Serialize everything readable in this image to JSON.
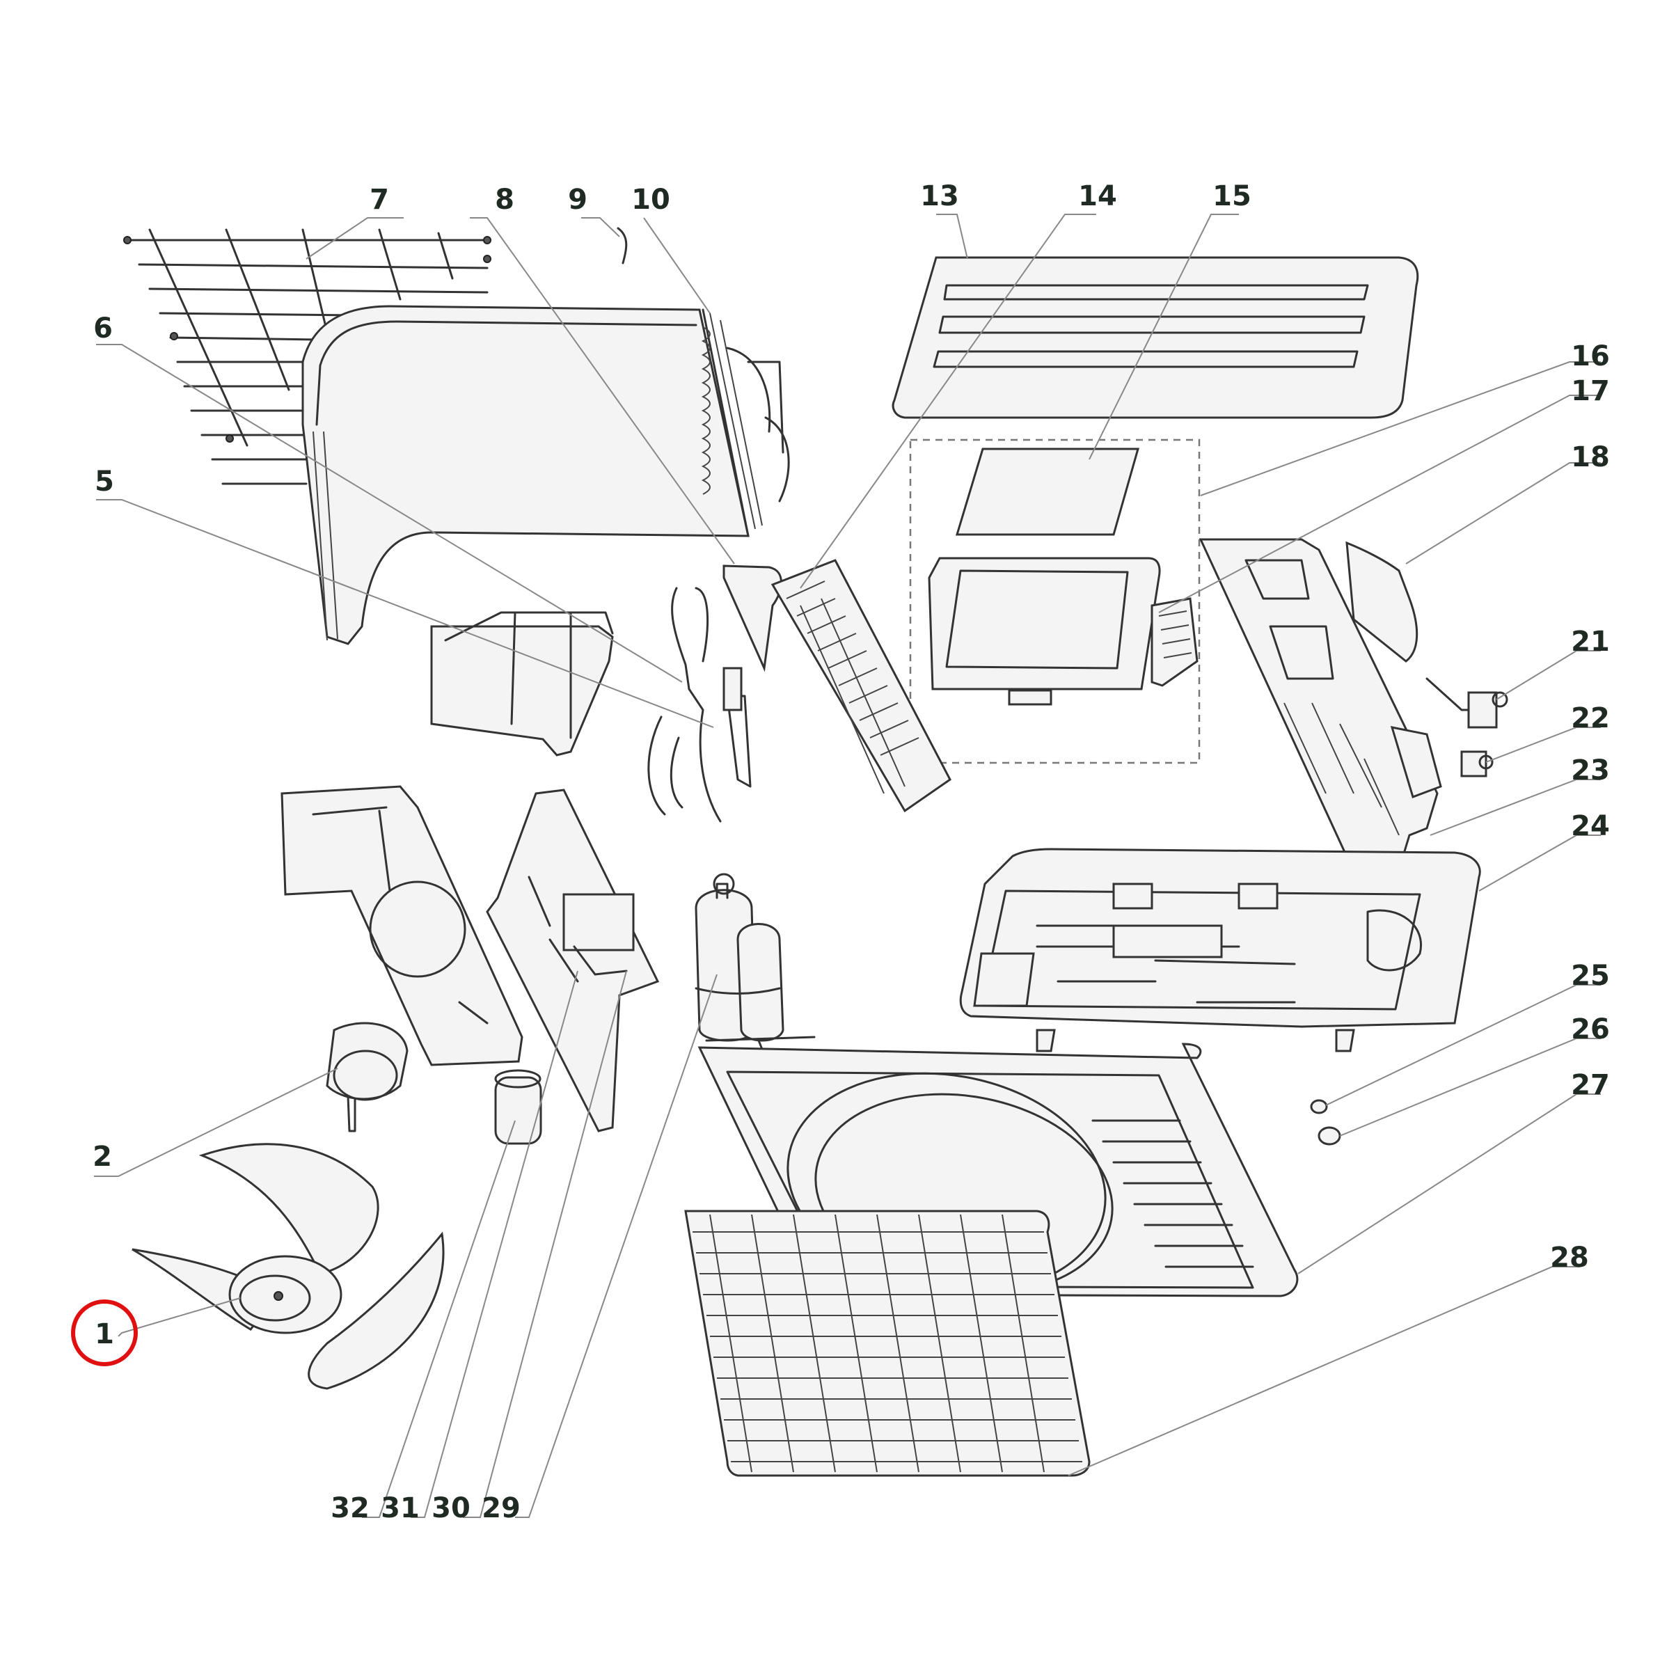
{
  "callouts": [
    {
      "id": "c1",
      "label": "1",
      "highlighted": true
    },
    {
      "id": "c2",
      "label": "2"
    },
    {
      "id": "c5",
      "label": "5"
    },
    {
      "id": "c6",
      "label": "6"
    },
    {
      "id": "c7",
      "label": "7"
    },
    {
      "id": "c8",
      "label": "8"
    },
    {
      "id": "c9",
      "label": "9"
    },
    {
      "id": "c10",
      "label": "10"
    },
    {
      "id": "c13",
      "label": "13"
    },
    {
      "id": "c14",
      "label": "14"
    },
    {
      "id": "c15",
      "label": "15"
    },
    {
      "id": "c16",
      "label": "16"
    },
    {
      "id": "c17",
      "label": "17"
    },
    {
      "id": "c18",
      "label": "18"
    },
    {
      "id": "c21",
      "label": "21"
    },
    {
      "id": "c22",
      "label": "22"
    },
    {
      "id": "c23",
      "label": "23"
    },
    {
      "id": "c24",
      "label": "24"
    },
    {
      "id": "c25",
      "label": "25"
    },
    {
      "id": "c26",
      "label": "26"
    },
    {
      "id": "c27",
      "label": "27"
    },
    {
      "id": "c28",
      "label": "28"
    },
    {
      "id": "c29",
      "label": "29"
    },
    {
      "id": "c30",
      "label": "30"
    },
    {
      "id": "c31",
      "label": "31"
    },
    {
      "id": "c32",
      "label": "32"
    }
  ],
  "colors": {
    "highlight": "#e01010",
    "label_text": "#1f2a22",
    "line": "#333333",
    "leader": "#888888"
  },
  "icons": {
    "highlight_marker": "circle-outline"
  }
}
